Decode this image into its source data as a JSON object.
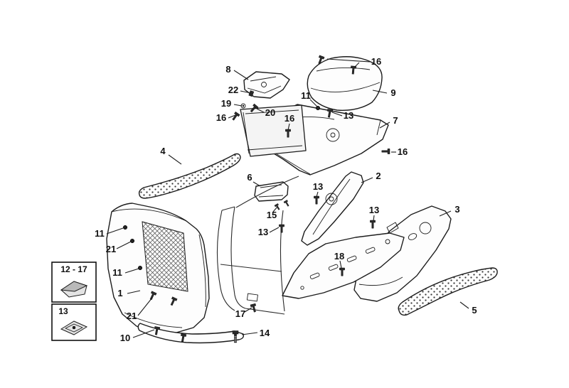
{
  "figure": {
    "type": "exploded-parts-diagram",
    "subject": "Scooter floor panel / footrest body assembly exploded view",
    "background_color": "#ffffff",
    "line_color": "#1c1c1c"
  },
  "legend": {
    "boxes": [
      {
        "label": "12 - 17"
      },
      {
        "label": "13"
      }
    ]
  },
  "callouts": [
    {
      "label": "8"
    },
    {
      "label": "16"
    },
    {
      "label": "22"
    },
    {
      "label": "19"
    },
    {
      "label": "20"
    },
    {
      "label": "11"
    },
    {
      "label": "9"
    },
    {
      "label": "16"
    },
    {
      "label": "16"
    },
    {
      "label": "13"
    },
    {
      "label": "7"
    },
    {
      "label": "4"
    },
    {
      "label": "16"
    },
    {
      "label": "2"
    },
    {
      "label": "6"
    },
    {
      "label": "13"
    },
    {
      "label": "15"
    },
    {
      "label": "13"
    },
    {
      "label": "3"
    },
    {
      "label": "11"
    },
    {
      "label": "13"
    },
    {
      "label": "21"
    },
    {
      "label": "18"
    },
    {
      "label": "11"
    },
    {
      "label": "1"
    },
    {
      "label": "21"
    },
    {
      "label": "17"
    },
    {
      "label": "5"
    },
    {
      "label": "10"
    },
    {
      "label": "14"
    }
  ]
}
